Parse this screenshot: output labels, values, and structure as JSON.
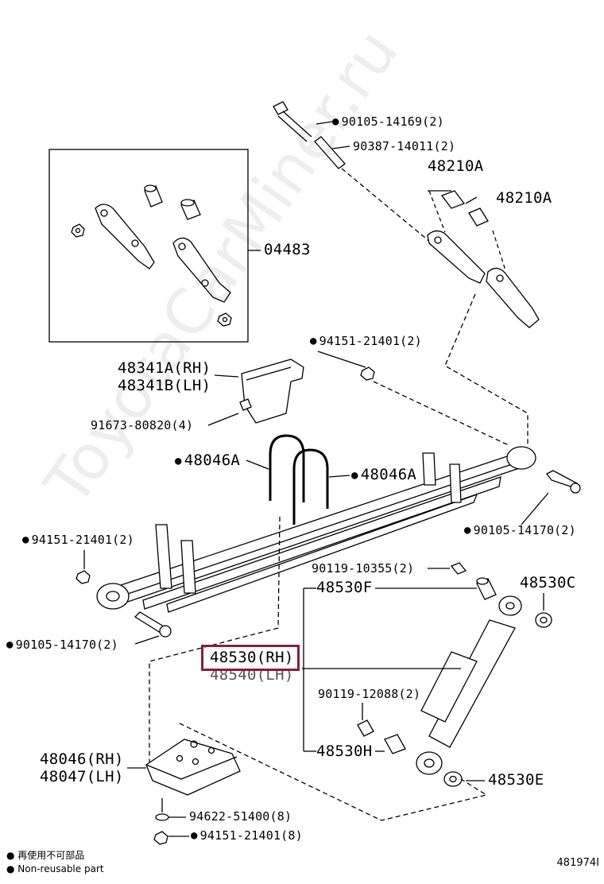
{
  "watermark": "ToyotaCarMiner.ru",
  "callouts": {
    "bolt_top": "90105-14169(2)",
    "bushing_top": "90387-14011(2)",
    "bush_a1": "48210A",
    "bush_a2": "48210A",
    "kit": "04483",
    "nut_upper": "94151-21401(2)",
    "bracket_rh": "48341A(RH)",
    "bracket_lh": "48341B(LH)",
    "bracket_bolt": "91673-80820(4)",
    "ubolt_left": "48046A",
    "ubolt_right": "48046A",
    "bolt_front_right": "90105-14170(2)",
    "nut_left": "94151-21401(2)",
    "nut_shock_top": "90119-10355(2)",
    "cushion_f": "48530F",
    "washer_c": "48530C",
    "bolt_rear_left": "90105-14170(2)",
    "shock_rh": "48530(RH)",
    "shock_lh": "48540(LH)",
    "bolt_shock_mid": "90119-12088(2)",
    "cushion_h": "48530H",
    "seat_rh": "48046(RH)",
    "seat_lh": "48047(LH)",
    "washer_e": "48530E",
    "washer_bottom": "94622-51400(8)",
    "nut_bottom": "94151-21401(8)"
  },
  "legend": {
    "line1": "再使用不可部品",
    "line2": "Non-reusable part"
  },
  "figure_number": "481974I"
}
